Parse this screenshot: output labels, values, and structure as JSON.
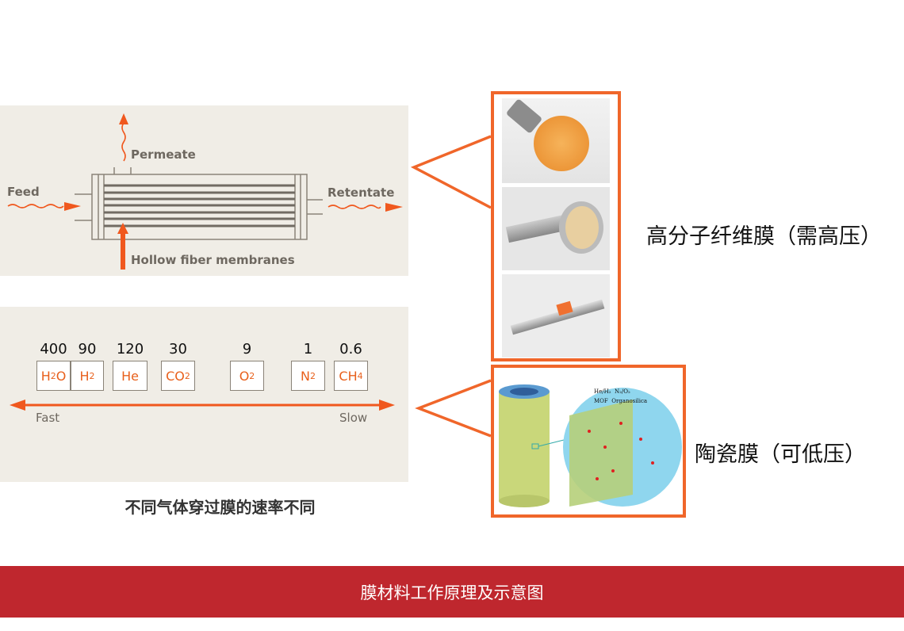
{
  "top_diagram": {
    "permeate": "Permeate",
    "feed": "Feed",
    "retentate": "Retentate",
    "hollow": "Hollow fiber membranes"
  },
  "rates": {
    "gases": [
      {
        "value": "400",
        "formula": "H",
        "sub": "2",
        "tail": "O"
      },
      {
        "value": "90",
        "formula": "H",
        "sub": "2",
        "tail": ""
      },
      {
        "value": "120",
        "formula": "He",
        "sub": "",
        "tail": ""
      },
      {
        "value": "30",
        "formula": "CO",
        "sub": "2",
        "tail": ""
      },
      {
        "value": "9",
        "formula": "O",
        "sub": "2",
        "tail": ""
      },
      {
        "value": "1",
        "formula": "N",
        "sub": "2",
        "tail": ""
      },
      {
        "value": "0.6",
        "formula": "CH",
        "sub": "4",
        "tail": ""
      }
    ],
    "fast": "Fast",
    "slow": "Slow"
  },
  "caption": "不同气体穿过膜的速率不同",
  "polymer_label": "高分子纤维膜（需高压）",
  "ceramic_label": "陶瓷膜（可低压）",
  "legend": {
    "a": "He/H₂",
    "b": "N₂/O₂",
    "c": "MOF",
    "d": "Organosilica"
  },
  "footer": "膜材料工作原理及示意图",
  "colors": {
    "accent": "#f0662a",
    "footer": "#bf272e",
    "panel": "#f0ede6"
  }
}
